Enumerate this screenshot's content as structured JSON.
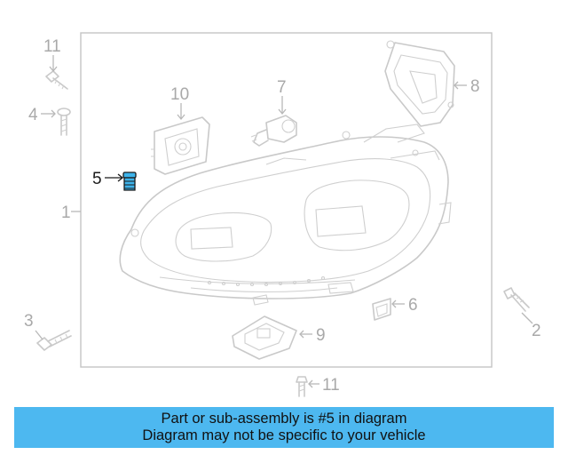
{
  "diagram": {
    "highlighted_part": "5",
    "colors": {
      "part_outline": "#c9c9c9",
      "label": "#a9a9a9",
      "highlight_fill": "#3db3ea",
      "highlight_label": "#1a1a1a",
      "banner": "#4db8f0"
    },
    "callouts": [
      {
        "id": "c1",
        "number": "1"
      },
      {
        "id": "c2",
        "number": "2"
      },
      {
        "id": "c3",
        "number": "3"
      },
      {
        "id": "c4",
        "number": "4"
      },
      {
        "id": "c5",
        "number": "5"
      },
      {
        "id": "c6",
        "number": "6"
      },
      {
        "id": "c7",
        "number": "7"
      },
      {
        "id": "c8",
        "number": "8"
      },
      {
        "id": "c9",
        "number": "9"
      },
      {
        "id": "c10",
        "number": "10"
      },
      {
        "id": "c11a",
        "number": "11"
      },
      {
        "id": "c11b",
        "number": "11"
      }
    ]
  },
  "banner": {
    "line1": "Part or sub-assembly is #5 in diagram",
    "line2": "Diagram may not be specific to your vehicle"
  }
}
